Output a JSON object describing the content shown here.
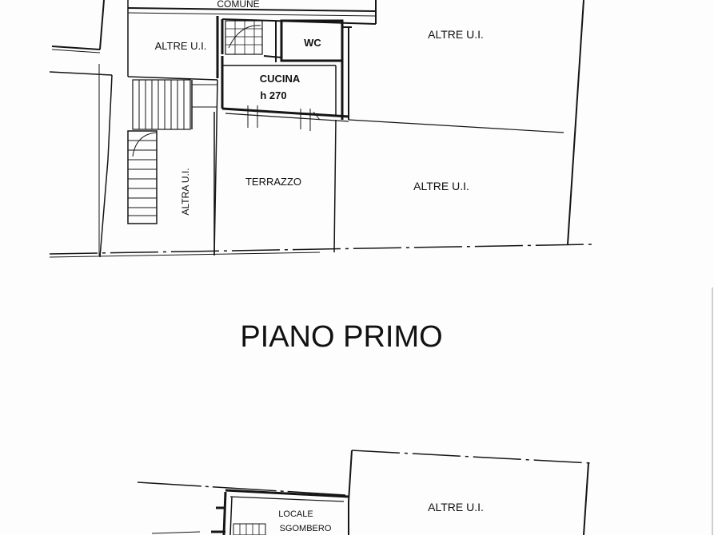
{
  "floor_upper": {
    "labels": {
      "comune": "COMUNE",
      "altre_ui_top_left": "ALTRE U.I.",
      "wc": "WC",
      "altre_ui_top_right": "ALTRE U.I.",
      "cucina": "CUCINA",
      "cucina_height": "h 270",
      "terrazzo": "TERRAZZO",
      "altre_ui_mid_right": "ALTRE U.I.",
      "altra_ui_vertical": "ALTRA U.I."
    }
  },
  "section_title": "PIANO PRIMO",
  "floor_lower": {
    "labels": {
      "locale": "LOCALE",
      "sgombero": "SGOMBERO",
      "altre_ui_right": "ALTRE U.I."
    }
  },
  "colors": {
    "ink": "#151515",
    "paper": "#fdfdfd"
  }
}
